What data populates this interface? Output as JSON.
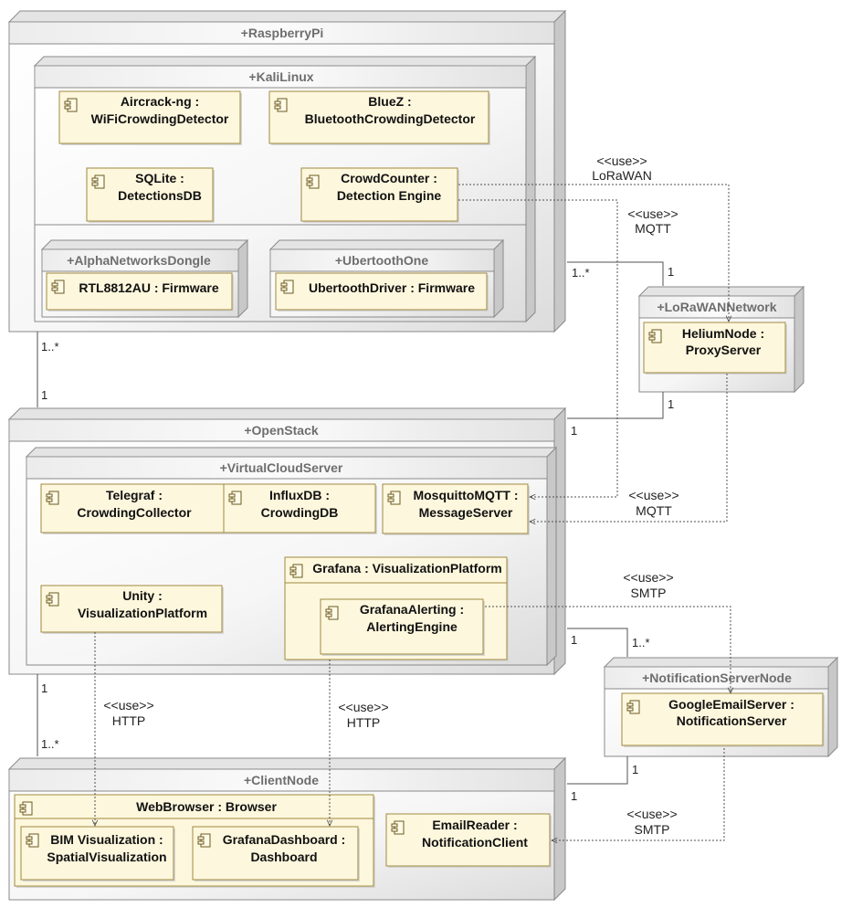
{
  "nodes": {
    "raspberry": "+RaspberryPi",
    "kali": "+KaliLinux",
    "alpha": "+AlphaNetworksDongle",
    "ubertooth": "+UbertoothOne",
    "lora": "+LoRaWANNetwork",
    "openstack": "+OpenStack",
    "vcs": "+VirtualCloudServer",
    "notif": "+NotificationServerNode",
    "client": "+ClientNode"
  },
  "components": {
    "aircrack": [
      "Aircrack-ng :",
      "WiFiCrowdingDetector"
    ],
    "bluez": [
      "BlueZ :",
      "BluetoothCrowdingDetector"
    ],
    "sqlite": [
      "SQLite :",
      "DetectionsDB"
    ],
    "crowdcounter": [
      "CrowdCounter :",
      "Detection Engine"
    ],
    "rtl": [
      "RTL8812AU : Firmware"
    ],
    "ubdriver": [
      "UbertoothDriver : Firmware"
    ],
    "helium": [
      "HeliumNode :",
      "ProxyServer"
    ],
    "telegraf": [
      "Telegraf :",
      "CrowdingCollector"
    ],
    "influx": [
      "InfluxDB :",
      "CrowdingDB"
    ],
    "mosquitto": [
      "MosquittoMQTT :",
      "MessageServer"
    ],
    "grafana": [
      "Grafana : VisualizationPlatform"
    ],
    "grafanaalert": [
      "GrafanaAlerting :",
      "AlertingEngine"
    ],
    "unity": [
      "Unity :",
      "VisualizationPlatform"
    ],
    "google": [
      "GoogleEmailServer :",
      "NotificationServer"
    ],
    "webbrowser": [
      "WebBrowser : Browser"
    ],
    "bim": [
      "BIM Visualization :",
      "SpatialVisualization"
    ],
    "grafanadash": [
      "GrafanaDashboard :",
      "Dashboard"
    ],
    "emailreader": [
      "EmailReader :",
      "NotificationClient"
    ]
  },
  "stereotypes": {
    "use": "<<use>>",
    "lorawan": "LoRaWAN",
    "mqtt": "MQTT",
    "smtp": "SMTP",
    "http": "HTTP"
  },
  "multiplicities": {
    "rpi_lora_rpi": "1..*",
    "rpi_lora_lora": "1",
    "rpi_os_rpi": "1..*",
    "rpi_os_os": "1",
    "lora_os_lora": "1",
    "lora_os_os": "1",
    "os_notif_os": "1",
    "os_notif_notif": "1..*",
    "os_client_os": "1",
    "os_client_client": "1..*",
    "notif_client_notif": "1",
    "notif_client_client": "1"
  },
  "colors": {
    "component_fill": "#fdf7dd",
    "component_stroke": "#a08a40",
    "node_stroke": "#8a8a8a",
    "line": "#505050"
  }
}
